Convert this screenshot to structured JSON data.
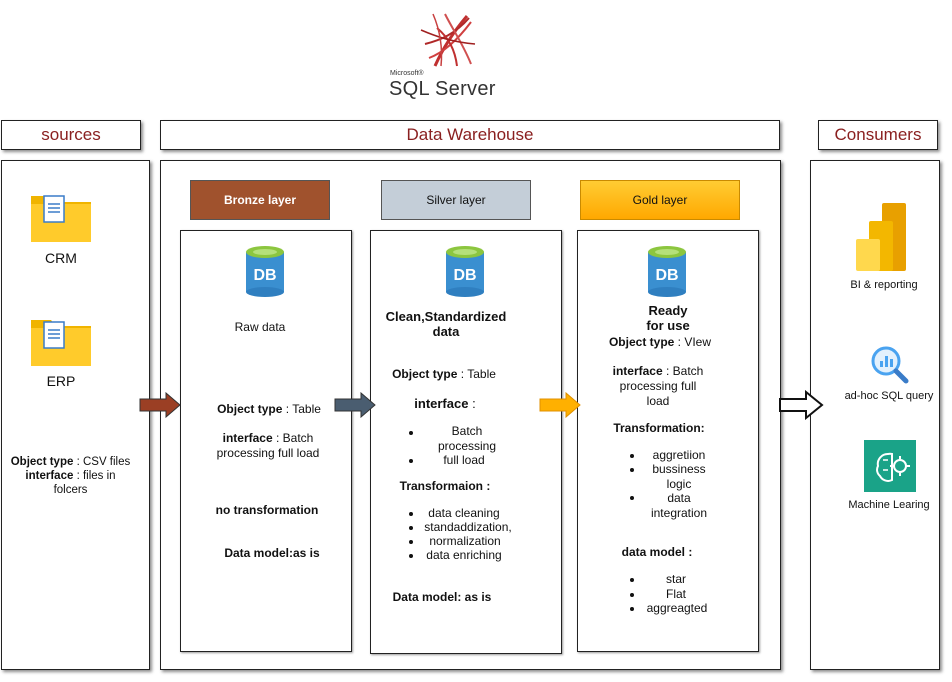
{
  "logo": {
    "microsoft": "Microsoft®",
    "product": "SQL Server"
  },
  "headers": {
    "sources": "sources",
    "warehouse": "Data Warehouse",
    "consumers": "Consumers"
  },
  "sources": {
    "crm": "CRM",
    "erp": "ERP",
    "object_type_label": "Object type",
    "object_type_value": ": CSV files",
    "interface_label": "interface",
    "interface_value": ": files in folcers"
  },
  "bronze": {
    "title": "Bronze layer",
    "db": "DB",
    "desc": "Raw data",
    "object_type_label": "Object type",
    "object_type_value": ": Table",
    "interface_label": "interface",
    "interface_value": ": Batch processing full load",
    "transformation": "no transformation",
    "data_model": "Data model:as is"
  },
  "silver": {
    "title": "Silver  layer",
    "db": "DB",
    "desc": "Clean,Standardized data",
    "object_type_label": "Object type",
    "object_type_value": ": Table",
    "interface_label": "interface",
    "interface_value": ":",
    "interface_items": [
      "Batch processing",
      "full load"
    ],
    "transformation_label": "Transformaion :",
    "transformation_items": [
      "data cleaning",
      "standaddization,",
      "normalization",
      "data enriching"
    ],
    "data_model": "Data model: as is"
  },
  "gold": {
    "title": "Gold layer",
    "db": "DB",
    "desc": "Ready for use",
    "object_type_label": "Object type",
    "object_type_value": ": VIew",
    "interface_label": "interface",
    "interface_value": ": Batch processing full load",
    "transformation_label": "Transformation:",
    "transformation_items": [
      "aggretiion",
      "bussiness logic",
      "data integration"
    ],
    "data_model_label": "data model :",
    "data_model_items": [
      "star",
      "Flat",
      "aggreagted"
    ]
  },
  "consumers": {
    "bi": "BI & reporting",
    "sql": "ad-hoc SQL query",
    "ml": "Machine Learing"
  },
  "colors": {
    "bronze": "#a0522d",
    "silver": "#c4ced8",
    "gold": "#ffb400",
    "header_text": "#8a2020",
    "db_blue": "#3a8fd0",
    "db_green": "#8cc63f"
  },
  "icons": [
    "sql-server-logo",
    "folder-icon",
    "database-icon",
    "power-bi-icon",
    "search-analytics-icon",
    "machine-learning-icon",
    "arrow-icon"
  ]
}
